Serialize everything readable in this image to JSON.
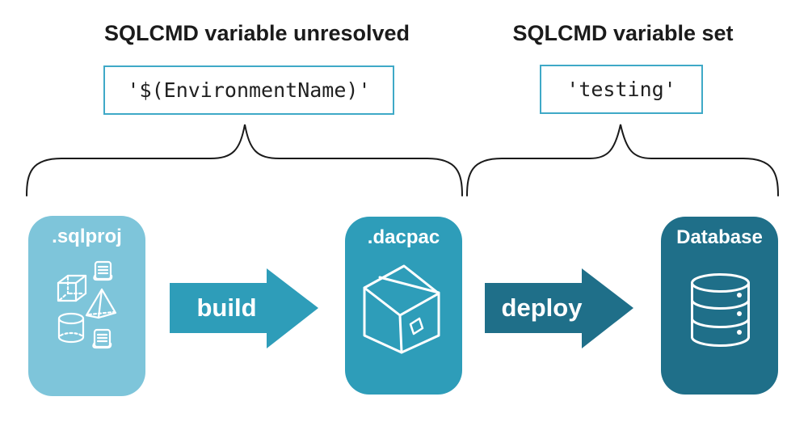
{
  "diagram": {
    "annotations": {
      "left": {
        "heading": "SQLCMD variable unresolved",
        "code": "'$(EnvironmentName)'"
      },
      "right": {
        "heading": "SQLCMD variable set",
        "code": "'testing'"
      }
    },
    "pipeline": {
      "stages": [
        {
          "id": "sqlproj",
          "label": ".sqlproj",
          "color": "#7ec5da",
          "icon": "sql-objects-icon"
        },
        {
          "id": "dacpac",
          "label": ".dacpac",
          "color": "#2e9db9",
          "icon": "package-icon"
        },
        {
          "id": "database",
          "label": "Database",
          "color": "#1f6f89",
          "icon": "database-icon"
        }
      ],
      "arrows": [
        {
          "label": "build",
          "color": "#2e9db9"
        },
        {
          "label": "deploy",
          "color": "#1f6f89"
        }
      ]
    },
    "colors": {
      "background": "#ffffff",
      "code_box_border": "#3fa9c7",
      "brace_stroke": "#1a1a1a",
      "heading_text": "#1b1b1b",
      "code_text": "#1f1f1f",
      "icon_stroke": "#ffffff"
    }
  }
}
